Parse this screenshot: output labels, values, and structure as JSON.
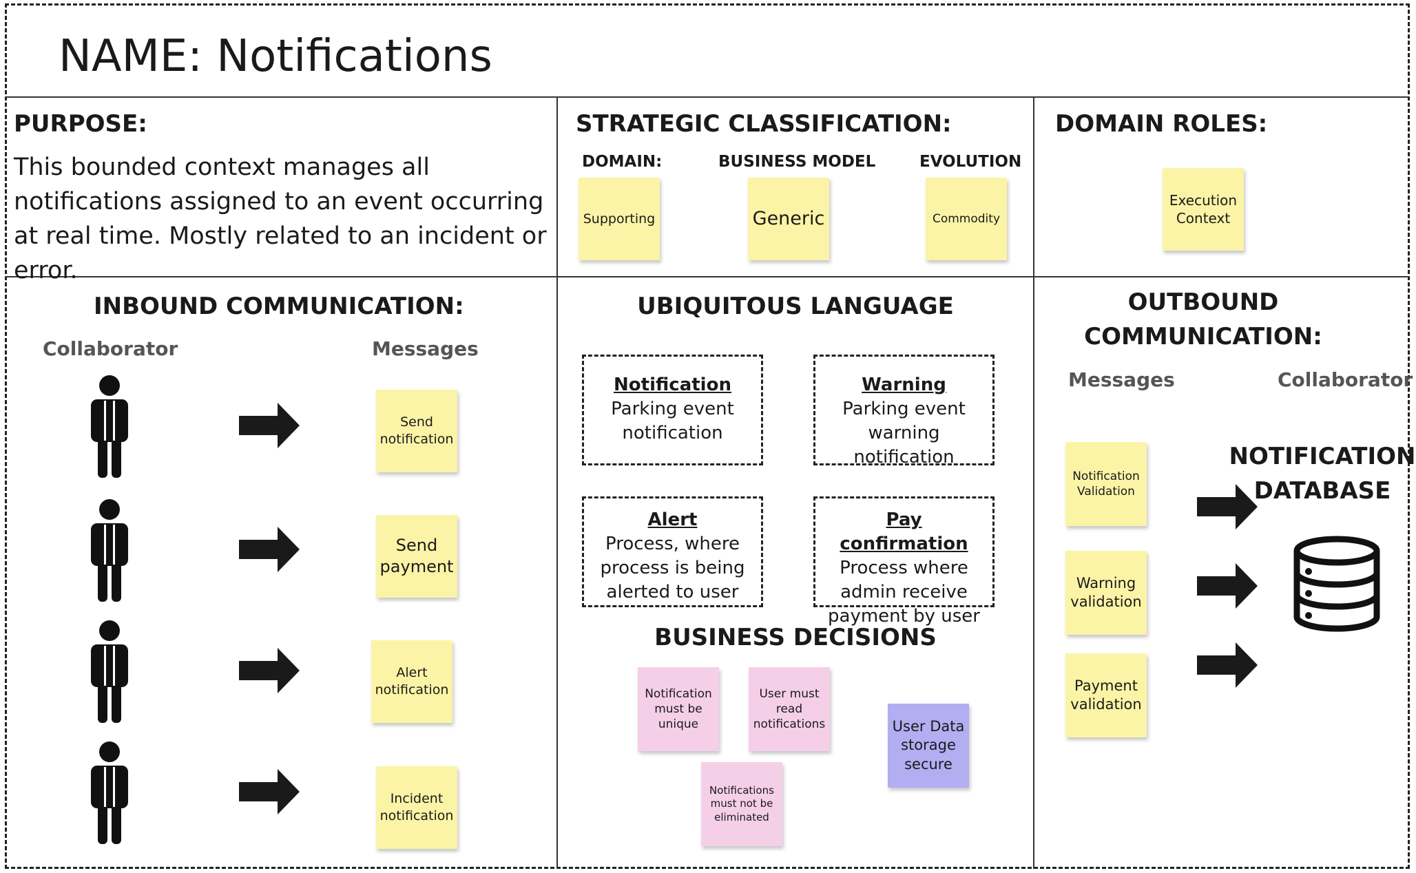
{
  "title": "NAME: Notifications",
  "purpose": {
    "heading": "PURPOSE:",
    "text": "This bounded context manages all notifications assigned to an event occurring at real time. Mostly related to an incident or error."
  },
  "strategic": {
    "heading": "STRATEGIC CLASSIFICATION:",
    "domain_label": "DOMAIN:",
    "business_model_label": "BUSINESS MODEL",
    "evolution_label": "EVOLUTION",
    "domain_value": "Supporting",
    "business_model_value": "Generic",
    "evolution_value": "Commodity"
  },
  "domain_roles": {
    "heading": "DOMAIN ROLES:",
    "role": "Execution Context"
  },
  "inbound": {
    "heading": "INBOUND COMMUNICATION:",
    "collaborator_label": "Collaborator",
    "messages_label": "Messages",
    "messages": [
      "Send notification",
      "Send payment",
      "Alert notification",
      "Incident notification"
    ]
  },
  "ubiquitous": {
    "heading": "UBIQUITOUS LANGUAGE",
    "terms": [
      {
        "name": "Notification",
        "definition": "Parking event notification"
      },
      {
        "name": "Warning",
        "definition": "Parking event warning notification"
      },
      {
        "name": "Alert",
        "definition": "Process, where process is being alerted to user"
      },
      {
        "name": "Pay confirmation",
        "definition": "Process where admin receive payment by user"
      }
    ]
  },
  "business_decisions": {
    "heading": "BUSINESS DECISIONS",
    "items": [
      "Notification must be unique",
      "User must read notifications",
      "Notifications must not be eliminated",
      "User Data storage secure"
    ]
  },
  "outbound": {
    "heading_line1": "OUTBOUND",
    "heading_line2": "COMMUNICATION:",
    "messages_label": "Messages",
    "collaborator_label": "Collaborator",
    "messages": [
      "Notification Validation",
      "Warning validation",
      "Payment validation"
    ],
    "collaborator_line1": "NOTIFICATION",
    "collaborator_line2": "DATABASE"
  },
  "colors": {
    "sticky_yellow": "#fbf4a6",
    "sticky_pink": "#f5cfe8",
    "sticky_purple": "#b3adf2"
  },
  "icons": [
    "person-icon",
    "right-arrow-icon",
    "database-icon"
  ]
}
